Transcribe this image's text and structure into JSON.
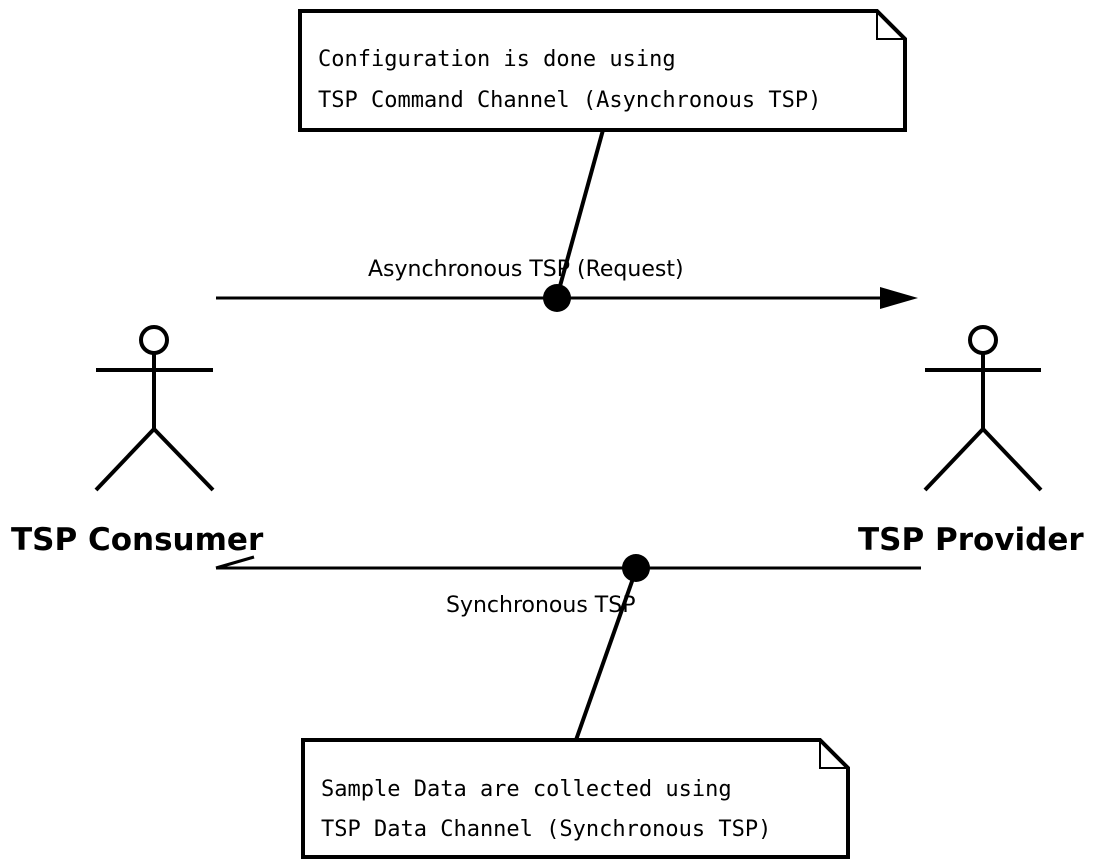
{
  "diagram": {
    "actors": {
      "consumer": {
        "label": "TSP Consumer"
      },
      "provider": {
        "label": "TSP Provider"
      }
    },
    "edges": {
      "request": {
        "label": "Asynchronous TSP (Request)"
      },
      "sync": {
        "label": "Synchronous TSP"
      }
    },
    "notes": {
      "config": {
        "line1": "Configuration is done using",
        "line2": "TSP Command Channel (Asynchronous TSP)"
      },
      "sample": {
        "line1": "Sample Data are collected using",
        "line2": "TSP Data Channel (Synchronous TSP)"
      }
    }
  }
}
